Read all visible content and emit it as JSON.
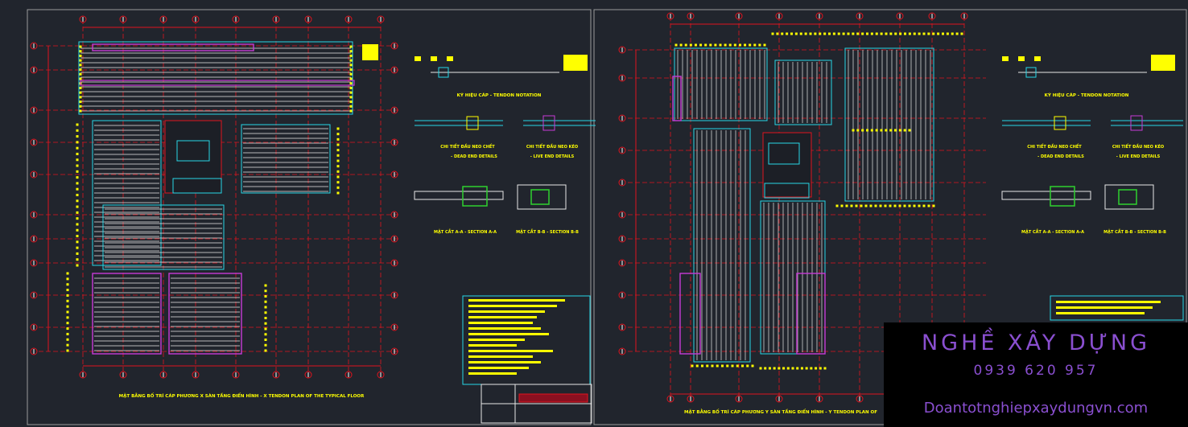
{
  "colors": {
    "background": "#21252d",
    "axis": "#e0141e",
    "tendon": "#e8e8e8",
    "beam": "#28d7e6",
    "wall": "#c73ad6",
    "anchor": "#ffff00",
    "watermark_bg": "#000000",
    "watermark_text": "#8a4fd0"
  },
  "sheets": [
    {
      "id": "x",
      "plan_title": "MẶT BẰNG BỐ TRÍ CÁP PHƯƠNG X SÀN TẦNG ĐIỂN HÌNH - X TENDON PLAN OF THE TYPICAL FLOOR",
      "tendon_notation": "KÝ HIỆU CÁP - TENDON NOTATION",
      "dead_end": [
        "CHI TIẾT ĐẦU NEO CHẾT",
        "- DEAD END DETAILS"
      ],
      "live_end": [
        "CHI TIẾT ĐẦU NEO KÉO",
        "- LIVE END DETAILS"
      ],
      "section_a": "MẶT CẮT A-A - SECTION A-A",
      "section_b": "MẶT CẮT B-B - SECTION B-B"
    },
    {
      "id": "y",
      "plan_title": "MẶT BẰNG BỐ TRÍ CÁP PHƯƠNG Y SÀN TẦNG ĐIỂN HÌNH - Y TENDON PLAN OF",
      "tendon_notation": "KÝ HIỆU CÁP - TENDON NOTATION",
      "dead_end": [
        "CHI TIẾT ĐẦU NEO CHẾT",
        "- DEAD END DETAILS"
      ],
      "live_end": [
        "CHI TIẾT ĐẦU NEO KÉO",
        "- LIVE END DETAILS"
      ],
      "section_a": "MẶT CẮT A-A - SECTION A-A",
      "section_b": "MẶT CẮT B-B - SECTION B-B"
    }
  ],
  "watermark": {
    "title": "NGHỀ XÂY DỰNG",
    "phone": "0939 620 957",
    "website": "Doantotnghiepxaydungvn.com"
  }
}
